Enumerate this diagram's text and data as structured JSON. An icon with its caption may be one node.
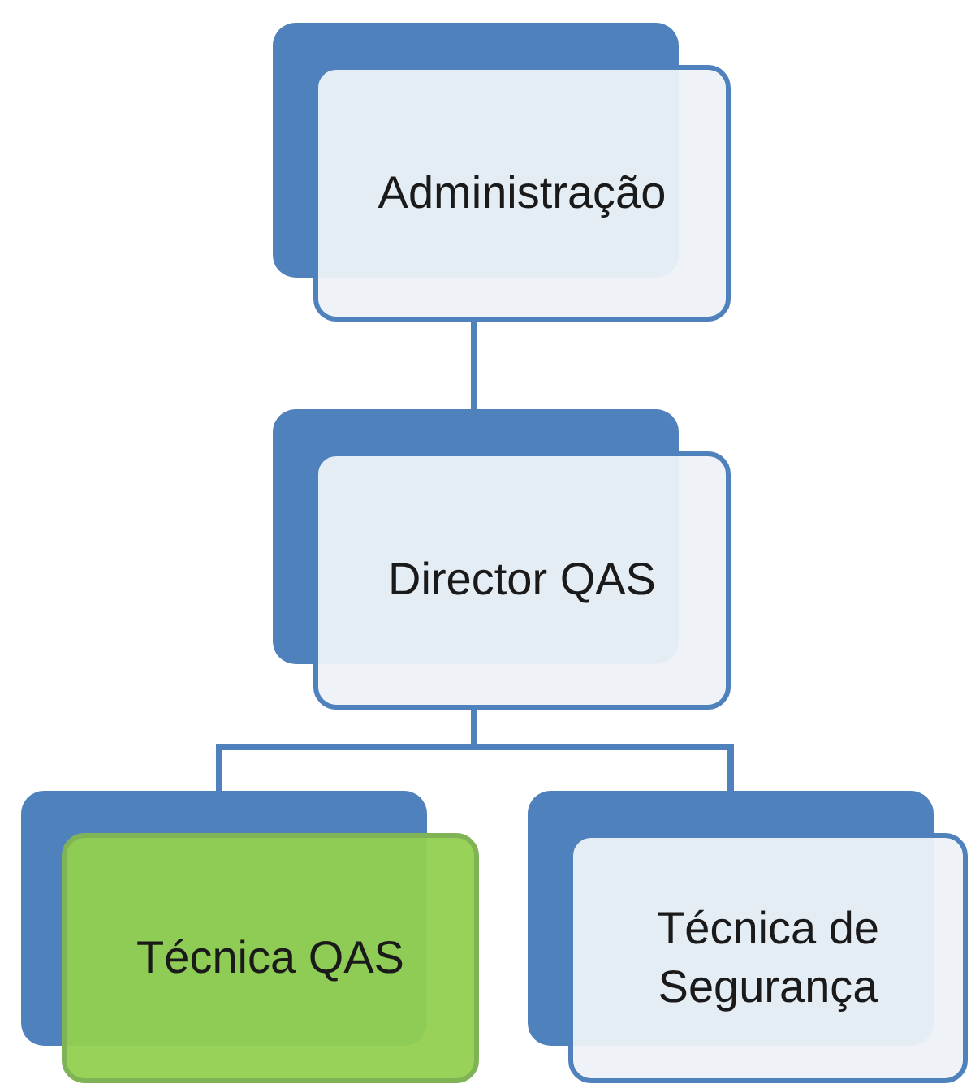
{
  "diagram": {
    "nodes": [
      {
        "text": [
          "Administração"
        ]
      },
      {
        "text": [
          "Director QAS"
        ]
      },
      {
        "text": [
          "Técnica QAS"
        ]
      },
      {
        "text": [
          "Técnica de Segurança"
        ]
      }
    ],
    "edges": [
      {
        "from": 0,
        "to": 1,
        "arrow": "none"
      },
      {
        "from": 1,
        "to": 2,
        "arrow": "none"
      },
      {
        "from": 1,
        "to": 3,
        "arrow": "none"
      }
    ]
  }
}
